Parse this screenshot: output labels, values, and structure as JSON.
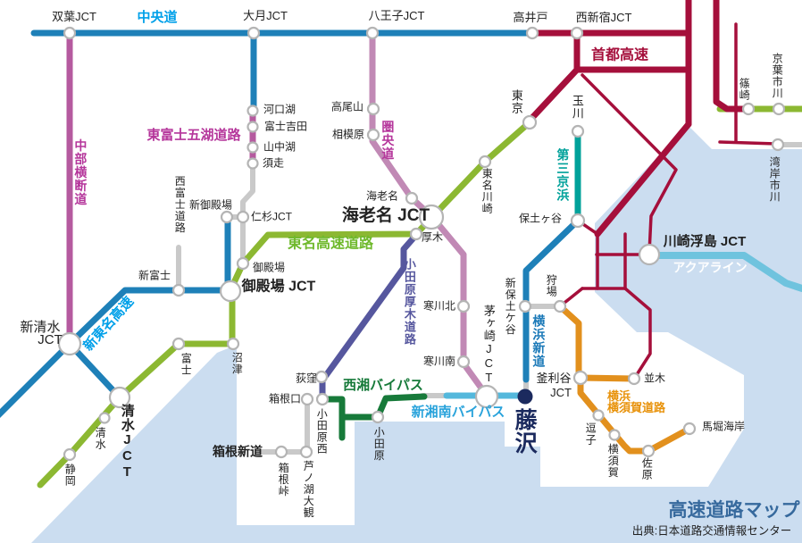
{
  "map": {
    "title": "高速道路マップ",
    "source": "出典:日本道路交通情報センター"
  },
  "colors": {
    "water": "#cbddf0",
    "expressway_blue": "#1e80b8",
    "label_blue": "#00a0e9",
    "magenta_line": "#b55a9f",
    "magenta_label": "#b5369b",
    "kenodo_mauve": "#c189b5",
    "tomei_green": "#8cb832",
    "tomei_label_green": "#6fb92c",
    "shuto_red": "#a50f3b",
    "daisankeihin_teal": "#00a19a",
    "shinshonan_lightblue": "#54b8dc",
    "aqualine_blue": "#6fc3de",
    "seisho_darkgreen": "#177a3a",
    "odaatsu_purple": "#56579e",
    "yokoyoko_orange": "#e2901d",
    "general_road_grey": "#c9c9c9",
    "fujisawa_navy": "#1b2a5e",
    "title_blue": "#36699d"
  },
  "labels": {
    "futaba_jct": "双葉JCT",
    "chuodo": "中央道",
    "otsuki_jct": "大月JCT",
    "hachioji_jct": "八王子JCT",
    "takaido": "高井戸",
    "nishishinjuku_jct": "西新宿JCT",
    "shutoko": "首都高速",
    "shinozaki": "篠崎",
    "keiyo_ichikawa": "京葉市川",
    "wangan_ichikawa": "湾岸市川",
    "tokyo": "東京",
    "tamagawa": "玉川",
    "daisankeihin": "第三京浜",
    "hodogaya": "保土ヶ谷",
    "tomei_kawasaki": "東名川崎",
    "kawasaki_ukishima_jct": "川崎浮島 JCT",
    "aqualine": "アクアライン",
    "chubu_odan": "中部横断道",
    "higashifuji_goko": "東富士五湖道路",
    "kawaguchiko": "河口湖",
    "fujiyoshida": "富士吉田",
    "yamanakako": "山中湖",
    "subashiri": "須走",
    "takaosan": "高尾山",
    "sagamihara": "相模原",
    "kenodo": "圏央道",
    "nishifuji_doro": "西富士道路",
    "shin_gotemba": "新御殿場",
    "nisugi_jct": "仁杉JCT",
    "gotemba": "御殿場",
    "gotemba_jct": "御殿場 JCT",
    "tomei_kosoku": "東名高速道路",
    "ebina": "海老名",
    "ebina_jct": "海老名 JCT",
    "atsugi": "厚木",
    "odawara_atsugi": "小田原厚木道路",
    "shintomei": "新東名高速",
    "shin_shimizu": "新清水",
    "shin_shimizu_jct2": "JCT",
    "shimizu_jct": "清水JCT",
    "shimizu": "清水",
    "shizuoka": "静岡",
    "shinfuji": "新富士",
    "fuji": "富士",
    "numazu": "沼津",
    "samukawa_kita": "寒川北",
    "samukawa_minami": "寒川南",
    "chigasaki_jct": "茅ヶ崎JCT",
    "ogikubo": "荻窪",
    "seisho_bypass": "西湘バイパス",
    "hakoneguchi": "箱根口",
    "odawara_nishi": "小田原西",
    "odawara": "小田原",
    "shinshonan_bypass": "新湘南バイパス",
    "fujisawa": "藤沢",
    "hakone_shindo": "箱根新道",
    "hakone_toge": "箱根峠",
    "ashinoko_taikan": "芦ノ湖大観",
    "shin_hodogaya": "新保土ケ谷",
    "yokohama_shindo": "横浜新道",
    "kariba": "狩場",
    "kamariya": "釜利谷",
    "kamariya_jct2": "JCT",
    "namiki": "並木",
    "yokoyoko1": "横浜",
    "yokoyoko2": "横須賀道路",
    "zushi": "逗子",
    "yokosuka": "横須賀",
    "sahara": "佐原",
    "umabori_kaigan": "馬堀海岸",
    "map_title": "高速道路マップ",
    "source": "出典:日本道路交通情報センター"
  }
}
